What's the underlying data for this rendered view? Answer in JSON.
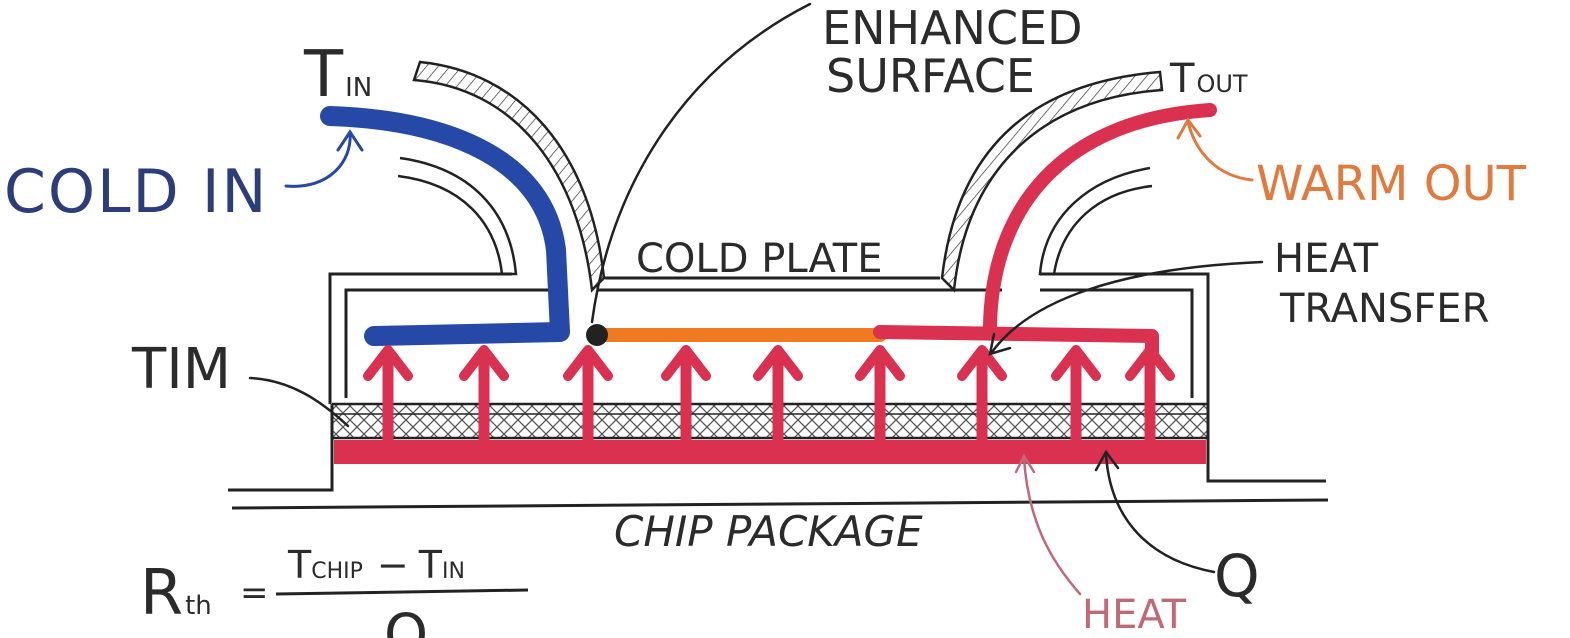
{
  "labels": {
    "enhanced_line1": "ENHANCED",
    "enhanced_line2": "SURFACE",
    "t_in_main": "T",
    "t_in_sub": "IN",
    "t_out_main": "T",
    "t_out_sub": "OUT",
    "cold_in": "COLD IN",
    "warm_out": "WARM OUT",
    "cold_plate": "COLD PLATE",
    "heat_transfer_line1": "HEAT",
    "heat_transfer_line2": "TRANSFER",
    "tim": "TIM",
    "chip_package": "CHIP PACKAGE",
    "heat": "HEAT",
    "q": "Q"
  },
  "formula": {
    "lhs_main": "R",
    "lhs_sub": "th",
    "equals": "=",
    "num_a_main": "T",
    "num_a_sub": "CHIP",
    "minus": "−",
    "num_b_main": "T",
    "num_b_sub": "IN",
    "denominator": "Q"
  },
  "colors": {
    "ink": "#2b2b2b",
    "cold": "#2648a6",
    "warm": "#d9314f",
    "orange": "#f07a22",
    "warm_text": "#e07a3e",
    "heat_text": "#c06a78"
  }
}
